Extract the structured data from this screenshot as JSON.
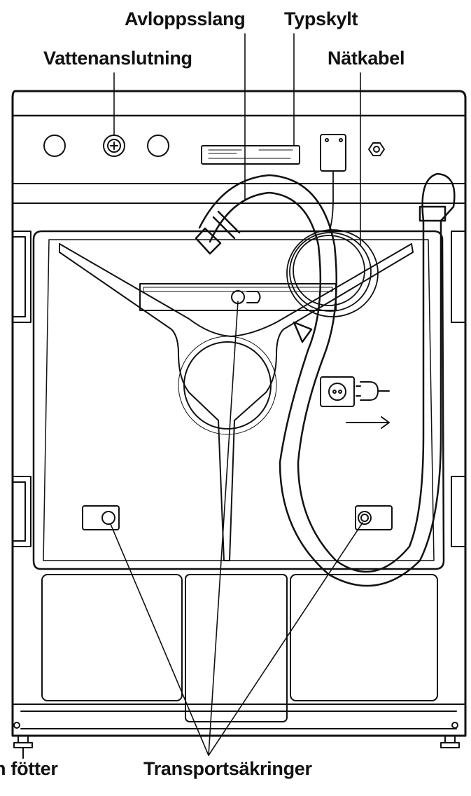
{
  "labels": {
    "avloppsslang": "Avloppsslang",
    "typskylt": "Typskylt",
    "vattenanslutning": "Vattenanslutning",
    "natkabel": "Nätkabel",
    "fotter": "n fötter",
    "transportsakringer": "Transportsäkringer"
  },
  "colors": {
    "line": "#111111",
    "background": "#ffffff"
  }
}
